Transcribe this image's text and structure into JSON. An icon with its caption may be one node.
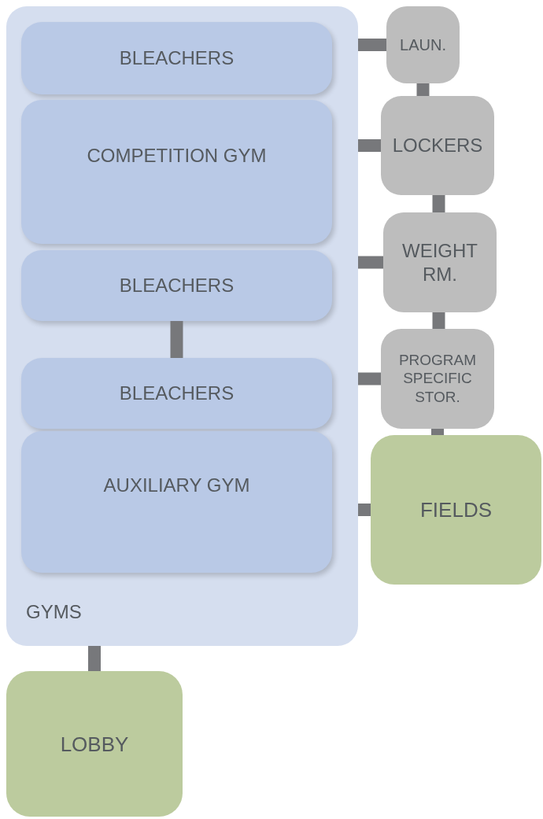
{
  "diagram": {
    "nodes": [
      {
        "text": [
          "GYMS"
        ]
      },
      {
        "text": [
          "BLEACHERS"
        ],
        "in": 0
      },
      {
        "text": [
          "COMPETITION GYM"
        ],
        "in": 0
      },
      {
        "text": [
          "BLEACHERS"
        ],
        "in": 0
      },
      {
        "text": [
          "BLEACHERS"
        ],
        "in": 0
      },
      {
        "text": [
          "AUXILIARY GYM"
        ],
        "in": 0
      },
      {
        "text": [
          "LAUN."
        ]
      },
      {
        "text": [
          "LOCKERS"
        ]
      },
      {
        "text": [
          "WEIGHT RM."
        ]
      },
      {
        "text": [
          "PROGRAM SPECIFIC STOR."
        ]
      },
      {
        "text": [
          "FIELDS"
        ]
      },
      {
        "text": [
          "LOBBY"
        ]
      }
    ],
    "edges": [
      {
        "from": 0,
        "to": 6,
        "arrow": "none"
      },
      {
        "from": 0,
        "to": 7,
        "arrow": "none"
      },
      {
        "from": 0,
        "to": 8,
        "arrow": "none"
      },
      {
        "from": 0,
        "to": 9,
        "arrow": "none"
      },
      {
        "from": 0,
        "to": 10,
        "arrow": "none"
      },
      {
        "from": 0,
        "to": 11,
        "arrow": "none"
      },
      {
        "from": 6,
        "to": 7,
        "arrow": "none"
      },
      {
        "from": 7,
        "to": 8,
        "arrow": "none"
      },
      {
        "from": 8,
        "to": 9,
        "arrow": "none"
      },
      {
        "from": 9,
        "to": 10,
        "arrow": "none"
      },
      {
        "from": 3,
        "to": 4,
        "arrow": "none"
      }
    ]
  }
}
